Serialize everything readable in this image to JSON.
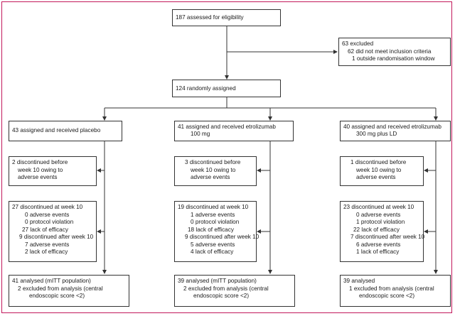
{
  "assessed": "187 assessed for eligibility",
  "excluded": {
    "title": "63 excluded",
    "lines": [
      "62 did not meet inclusion criteria",
      "1 outside randomisation window"
    ]
  },
  "randomised": "124 randomly assigned",
  "arms": [
    {
      "assigned": [
        "43 assigned and received placebo"
      ],
      "discont_before": [
        "2 discontinued before",
        "week 10 owing to",
        "adverse events"
      ],
      "discont_at": "27 discontinued at week 10",
      "at_reasons": [
        "0 adverse events",
        "0 protocol violation",
        "27 lack of efficacy"
      ],
      "discont_after": "9 discontinued after week 10",
      "after_reasons": [
        "7 adverse events",
        "2 lack of efficacy"
      ],
      "analysed": "41 analysed (mITT population)",
      "analysis_excl": [
        "2 excluded from analysis (central",
        "endoscopic score <2)"
      ]
    },
    {
      "assigned": [
        "41 assigned and received etrolizumab",
        "100 mg"
      ],
      "discont_before": [
        "3 discontinued before",
        "week 10 owing to",
        "adverse events"
      ],
      "discont_at": "19 discontinued at week 10",
      "at_reasons": [
        "1 adverse events",
        "0 protocol violation",
        "18 lack of efficacy"
      ],
      "discont_after": "9 discontinued after week 10",
      "after_reasons": [
        "5 adverse events",
        "4 lack of efficacy"
      ],
      "analysed": "39 analysed (mITT population)",
      "analysis_excl": [
        "2 excluded from analysis (central",
        "endoscopic score <2)"
      ]
    },
    {
      "assigned": [
        "40 assigned and received etrolizumab",
        "300 mg plus LD"
      ],
      "discont_before": [
        "1 discontinued before",
        "week 10 owing to",
        "adverse events"
      ],
      "discont_at": "23 discontinued at week 10",
      "at_reasons": [
        "0 adverse events",
        "1 protocol violation",
        "22 lack of efficacy"
      ],
      "discont_after": "7 discontinued after week 10",
      "after_reasons": [
        "6 adverse events",
        "1 lack of efficacy"
      ],
      "analysed": "39 analysed",
      "analysis_excl": [
        "1 excluded from analysis (central",
        "endoscopic score <2)"
      ]
    }
  ]
}
